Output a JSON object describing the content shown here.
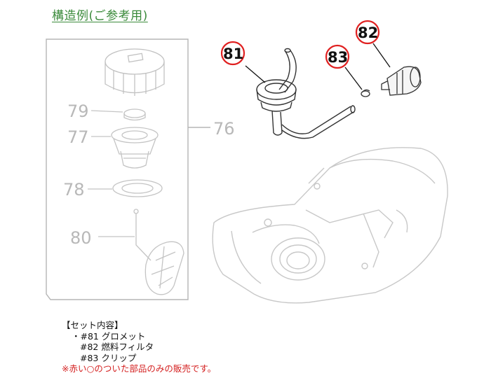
{
  "title": "構造例(ご参考用)",
  "labels": {
    "p76": "76",
    "p77": "77",
    "p78": "78",
    "p79": "79",
    "p80": "80",
    "p81": "81",
    "p82": "82",
    "p83": "83"
  },
  "set": {
    "heading": "【セット内容】",
    "items": [
      "・#81 グロメット",
      "#82 燃料フィルタ",
      "#83 クリップ"
    ],
    "note": "※赤い○のついた部品のみの販売です。"
  },
  "colors": {
    "title": "#3a8a3a",
    "callout_circle": "#e02020",
    "faded_lines": "#bdbdbd",
    "note": "#d42020"
  }
}
